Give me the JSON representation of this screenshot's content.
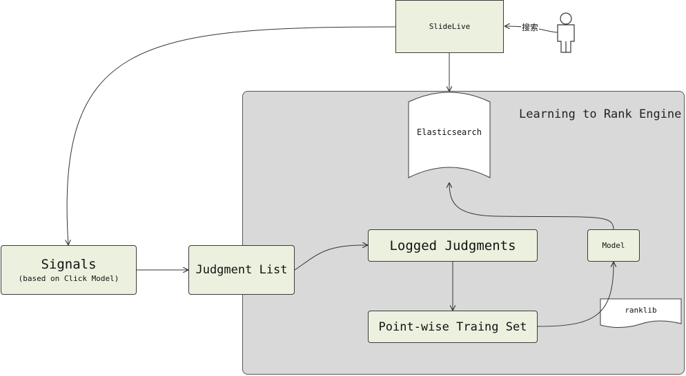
{
  "engine": {
    "title": "Learning to Rank Engine"
  },
  "nodes": {
    "slidelive": "SlideLive",
    "elasticsearch": "Elasticsearch",
    "signals_title": "Signals",
    "signals_subtitle": "(based on Click Model)",
    "judgment_list": "Judgment List",
    "logged_judgments": "Logged Judgments",
    "pointwise_training_set": "Point-wise Traing Set",
    "model": "Model",
    "ranklib": "ranklib"
  },
  "edge_labels": {
    "search": "搜索"
  },
  "colors": {
    "node_fill": "#ebf1de",
    "engine_fill": "#d9d9d9",
    "stroke": "#3a3a3a"
  },
  "icons": {
    "user": "person-icon"
  }
}
